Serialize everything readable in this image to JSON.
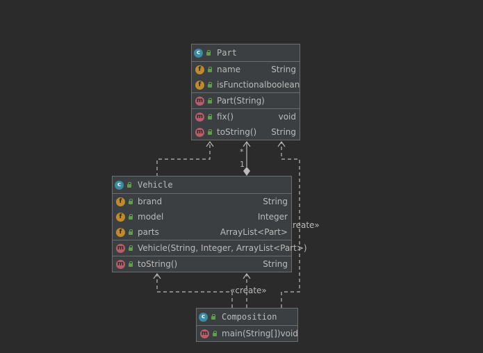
{
  "classes": {
    "part": {
      "name": "Part",
      "fields": [
        {
          "name": "name",
          "type": "String"
        },
        {
          "name": "isFunctional",
          "type": "boolean"
        }
      ],
      "constructors": [
        {
          "name": "Part(String)",
          "type": ""
        }
      ],
      "methods": [
        {
          "name": "fix()",
          "type": "void"
        },
        {
          "name": "toString()",
          "type": "String"
        }
      ]
    },
    "vehicle": {
      "name": "Vehicle",
      "fields": [
        {
          "name": "brand",
          "type": "String"
        },
        {
          "name": "model",
          "type": "Integer"
        },
        {
          "name": "parts",
          "type": "ArrayList<Part>"
        }
      ],
      "constructors": [
        {
          "name": "Vehicle(String, Integer, ArrayList<Part>)",
          "type": ""
        }
      ],
      "methods": [
        {
          "name": "toString()",
          "type": "String"
        }
      ]
    },
    "composition": {
      "name": "Composition",
      "methods": [
        {
          "name": "main(String[])",
          "type": "void"
        }
      ]
    }
  },
  "badges": {
    "class": "c",
    "field": "f",
    "method": "m"
  },
  "edges": {
    "create_label": "«create»",
    "multiplicity_many": "*",
    "multiplicity_one": "1"
  },
  "colors": {
    "background": "#2b2b2b",
    "node": "#3c3f41",
    "border": "#6e6e6e",
    "edge": "#bbbbbb",
    "class_badge": "#3d8aa3",
    "field_badge": "#c18a2c",
    "method_badge": "#b85d6b",
    "visibility": "#5f9e4a"
  }
}
